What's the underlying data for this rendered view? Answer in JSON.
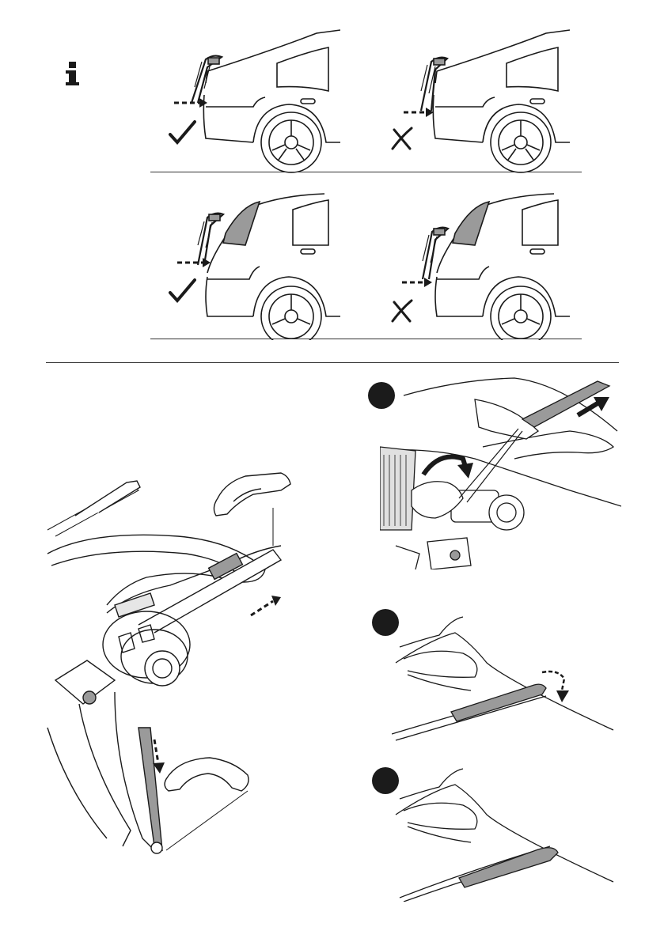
{
  "page": {
    "background": "#ffffff",
    "ink": "#1a1a1a",
    "shade": "#9a9a9a"
  },
  "icons": {
    "info": "info-icon",
    "correct": "checkmark-icon",
    "incorrect": "cross-icon",
    "step": "step-marker-icon"
  },
  "mount_examples": [
    {
      "car": "sedan",
      "result": "correct"
    },
    {
      "car": "sedan",
      "result": "incorrect"
    },
    {
      "car": "hatchback",
      "result": "correct"
    },
    {
      "car": "hatchback",
      "result": "incorrect"
    }
  ],
  "steps": [
    {
      "label": "",
      "view": "strap-release"
    },
    {
      "label": "",
      "view": "clip-fold"
    },
    {
      "label": "",
      "view": "clip-closed"
    }
  ]
}
